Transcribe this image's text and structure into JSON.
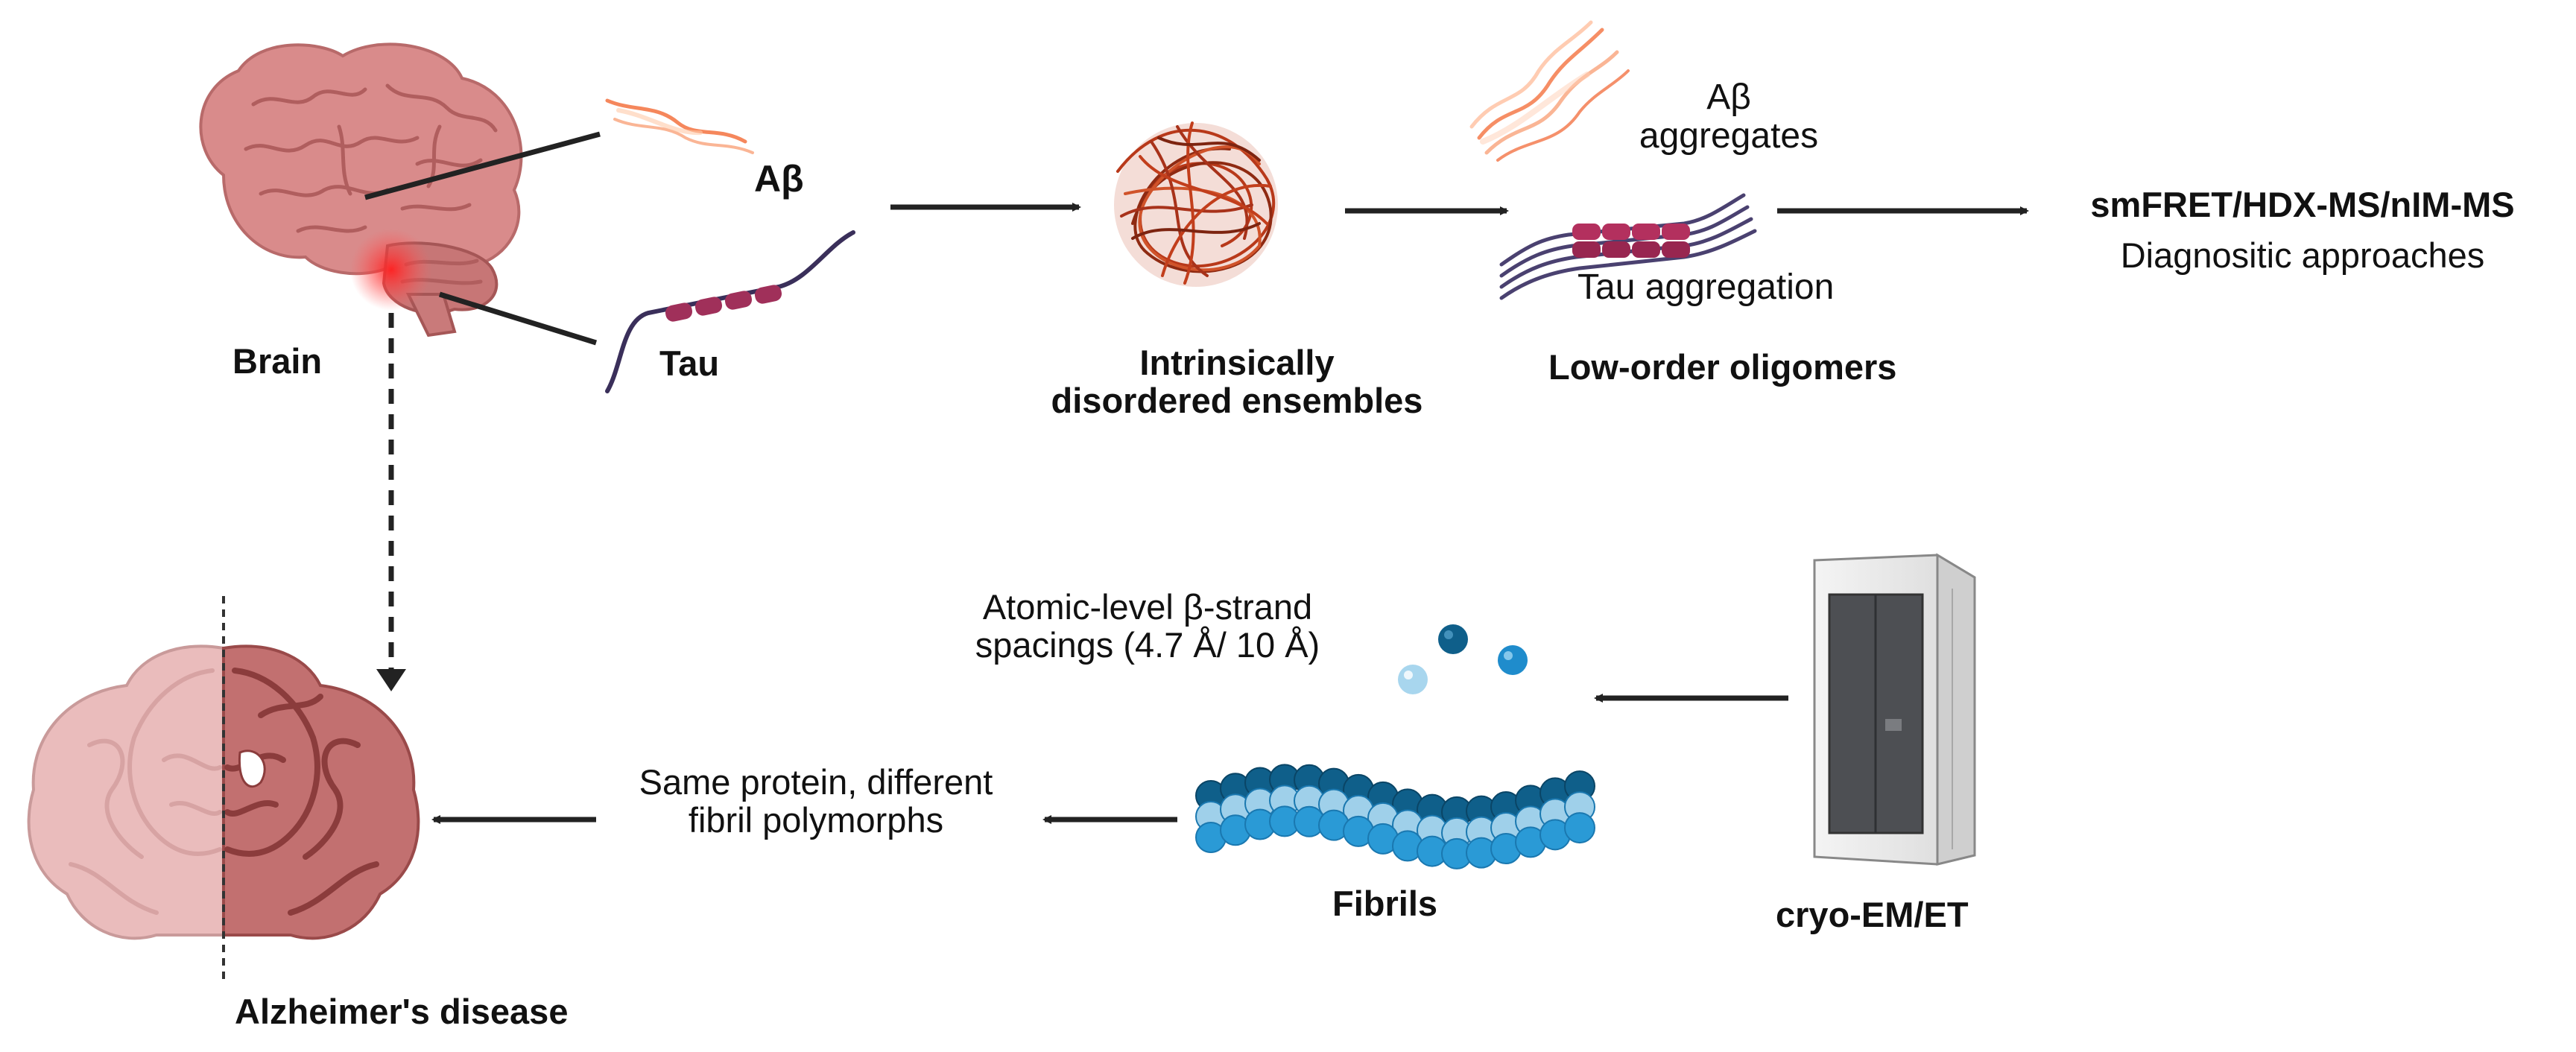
{
  "labels": {
    "brain": "Brain",
    "abeta": "Aβ",
    "tau": "Tau",
    "ensembles_line1": "Intrinsically",
    "ensembles_line2": "disordered ensembles",
    "abeta_aggregates_line1": "Aβ",
    "abeta_aggregates_line2": "aggregates",
    "tau_aggregation": "Tau aggregation",
    "oligomers": "Low-order oligomers",
    "methods": "smFRET/HDX-MS/nIM-MS",
    "methods_sub": "Diagnositic approaches",
    "spacing_line1": "Atomic-level β-strand",
    "spacing_line2": "spacings (4.7 Å/ 10 Å)",
    "polymorph_line1": "Same protein, different",
    "polymorph_line2": "fibril polymorphs",
    "fibrils": "Fibrils",
    "cryo": "cryo-EM/ET",
    "alzheimers": "Alzheimer's disease"
  },
  "colors": {
    "brain_pink": "#d88a8a",
    "brain_dark": "#a8504f",
    "tau_bead": "#a0305a",
    "tau_line": "#3a2f5a",
    "tangle": "#b8391a",
    "abeta_orange": "#f2784b",
    "fibril_dark": "#0f5f8a",
    "fibril_light": "#6ab8e0",
    "arrow": "#222222"
  },
  "icons": [
    "brain-icon",
    "abeta-strand-icon",
    "tau-chain-icon",
    "disordered-tangle-icon",
    "abeta-aggregate-icon",
    "tau-aggregate-icon",
    "atom-spheres-icon",
    "fibril-icon",
    "cryo-em-instrument-icon",
    "brain-section-icon"
  ]
}
